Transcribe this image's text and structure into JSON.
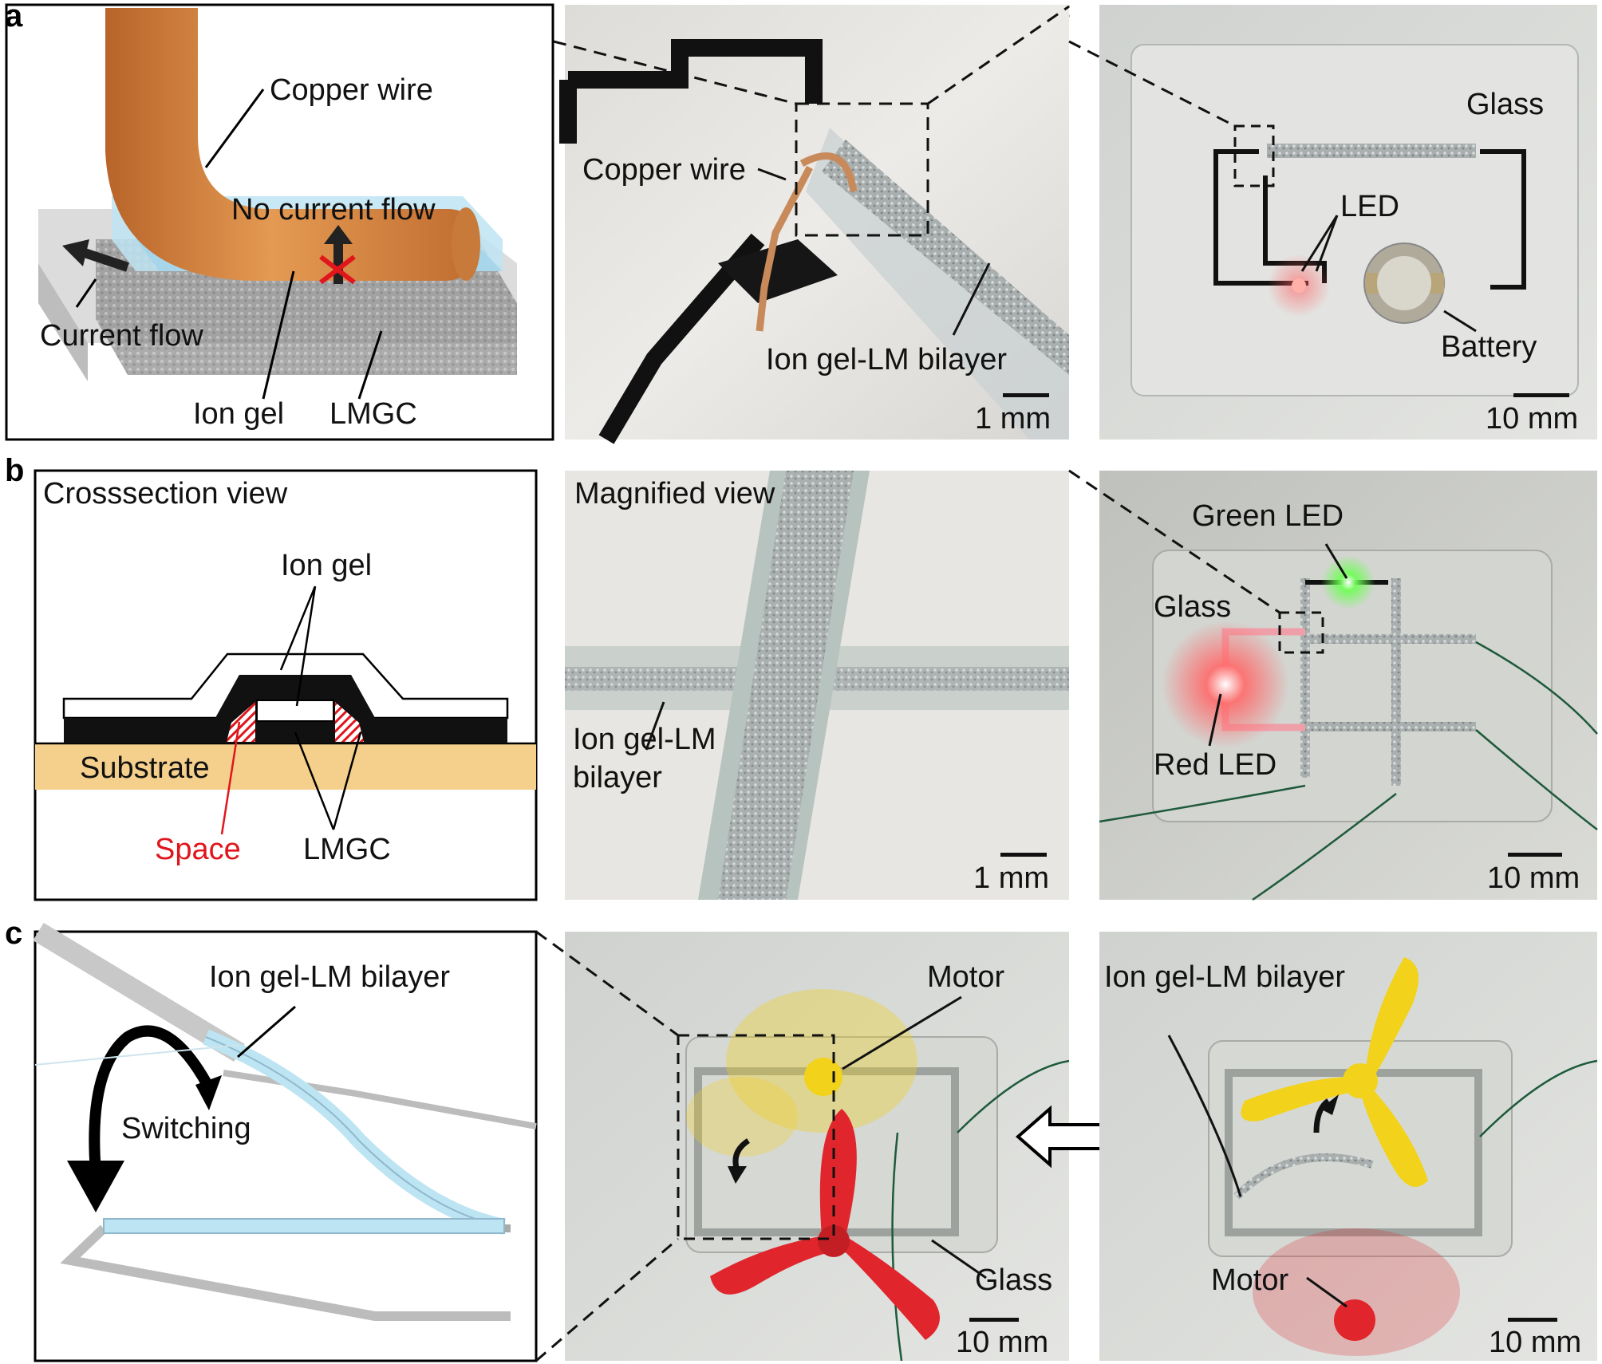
{
  "panel_letters": [
    "a",
    "b",
    "c"
  ],
  "panel_a": {
    "schematic_labels": {
      "copper_wire": "Copper wire",
      "no_current_flow": "No current flow",
      "current_flow": "Current flow",
      "ion_gel": "Ion gel",
      "lmgc": "LMGC"
    },
    "photo1_labels": {
      "copper_wire": "Copper wire",
      "bilayer": "Ion gel-LM bilayer",
      "scale": "1 mm"
    },
    "photo2_labels": {
      "glass": "Glass",
      "led": "LED",
      "battery": "Battery",
      "scale": "10 mm"
    }
  },
  "panel_b": {
    "schematic_labels": {
      "title": "Crosssection view",
      "ion_gel": "Ion gel",
      "substrate": "Substrate",
      "space": "Space",
      "lmgc": "LMGC"
    },
    "photo1_labels": {
      "title": "Magnified view",
      "bilayer_line1": "Ion gel-LM",
      "bilayer_line2": "bilayer",
      "scale": "1 mm"
    },
    "photo2_labels": {
      "green_led": "Green LED",
      "glass": "Glass",
      "red_led": "Red LED",
      "scale": "10 mm"
    }
  },
  "panel_c": {
    "schematic_labels": {
      "bilayer": "Ion gel-LM bilayer",
      "switching": "Switching"
    },
    "photo1_labels": {
      "motor": "Motor",
      "glass": "Glass",
      "scale": "10 mm"
    },
    "photo2_labels": {
      "bilayer": "Ion gel-LM bilayer",
      "motor": "Motor",
      "scale": "10 mm"
    }
  },
  "colors": {
    "copper": "#d4803c",
    "ion_gel": "#bde4f2",
    "lmgc": "#8c8c8c",
    "substrate": "#f4d08c",
    "space_hatch": "#e0161c",
    "led_red": "#ff4040",
    "led_green": "#50ff40",
    "propeller_yellow": "#f2d21a",
    "propeller_red": "#e0262c"
  }
}
